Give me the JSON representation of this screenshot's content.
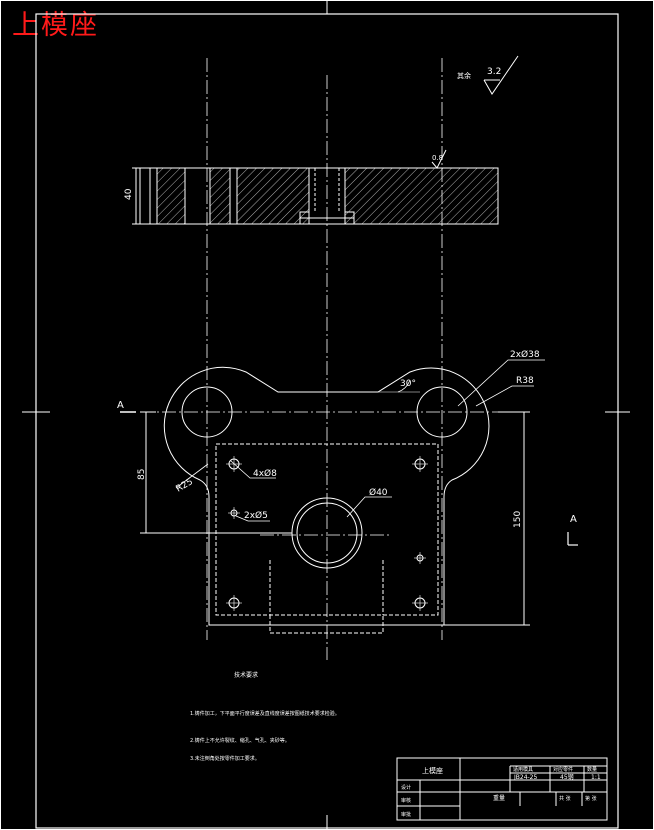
{
  "page": {
    "stamp_title": "上模座"
  },
  "drawing": {
    "surface_finish": {
      "note": "其余",
      "value": "3.2"
    },
    "top_view": {
      "height_dim": "40",
      "roughness_mark": "0.8"
    },
    "front_view": {
      "section_label_left": "A",
      "section_label_right": "A",
      "callout_2x38": "2xØ38",
      "callout_r38": "R38",
      "callout_angle": "30°",
      "callout_r25": "R25",
      "callout_4x8": "4xØ8",
      "callout_2x5": "2xØ5",
      "callout_phi40": "Ø40",
      "dim_85": "85",
      "dim_150": "150"
    },
    "tech_requirements": {
      "heading": "技术要求",
      "items": [
        "1.铸件加工，下平面平行度误差及直线度误差按图纸技术要求检验。",
        "2.铸件上不允许裂纹、缩孔、气孔、夹砂等。",
        "3.未注倒角处按零件加工要求。"
      ]
    },
    "title_block": {
      "part_name": "上模座",
      "head_1": "适用模具",
      "head_2": "对应零件",
      "head_3": "数量",
      "model": "JB24-25",
      "material": "45钢",
      "quantity": "1:1",
      "design": "设计",
      "review": "审核",
      "approve": "审批",
      "weight": "重量",
      "sheets": "共 张",
      "sheet_no": "第 张"
    }
  }
}
